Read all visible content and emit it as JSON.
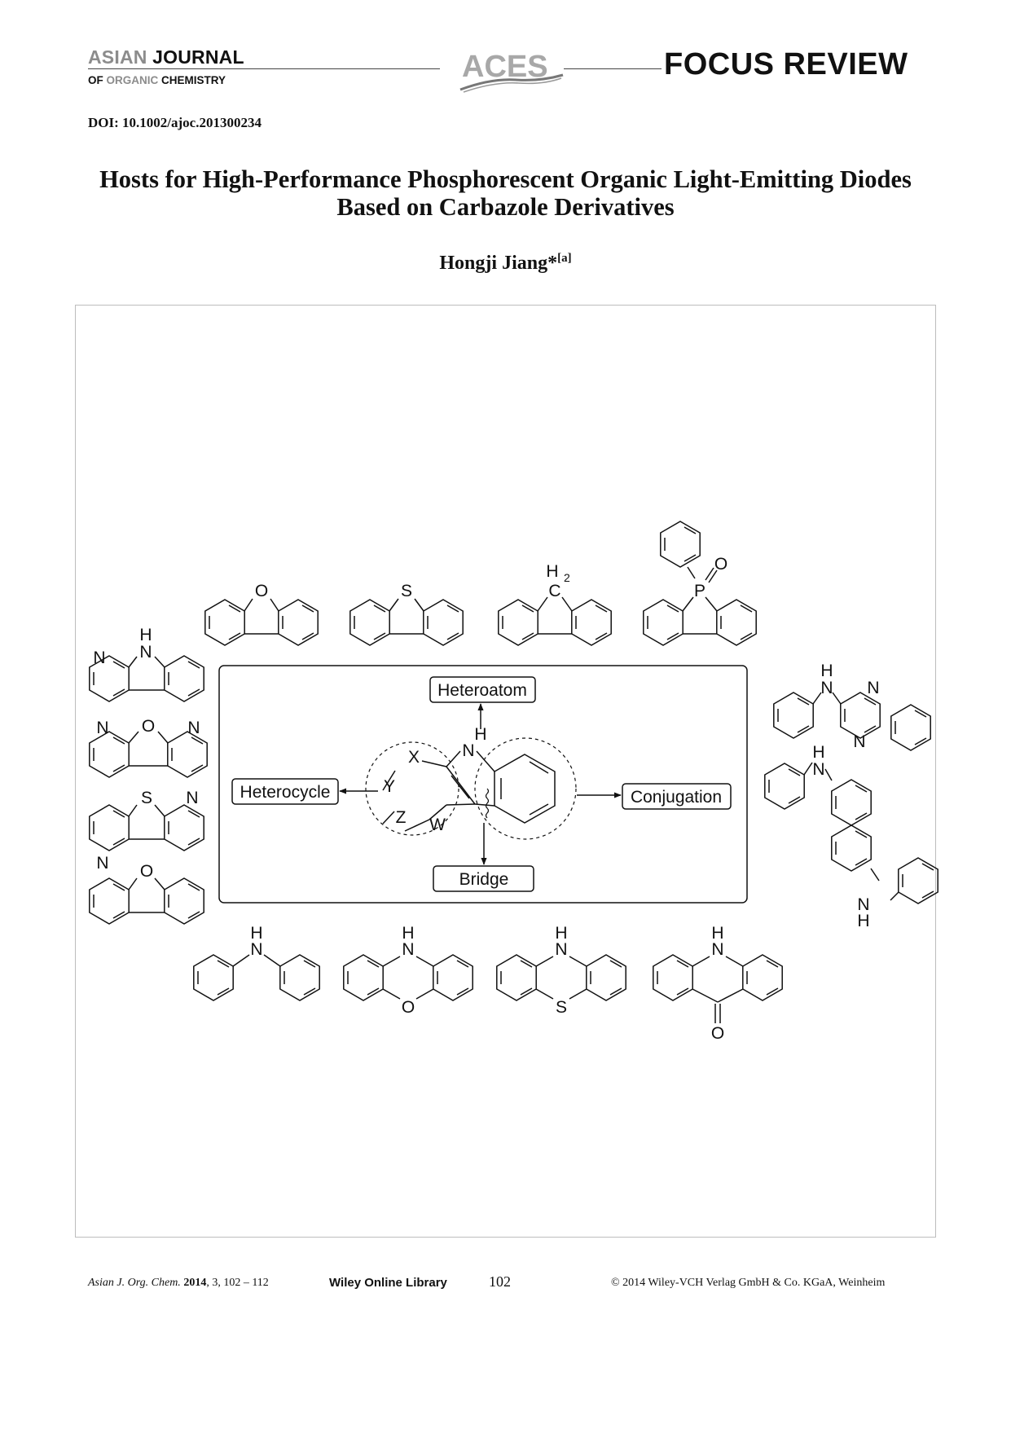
{
  "header": {
    "journal_line1_a": "ASIAN",
    "journal_line1_b": "JOURNAL",
    "journal_line2_a": "OF",
    "journal_line2_b": "ORGANIC",
    "journal_line2_c": "CHEMISTRY",
    "society_logo": "ACES",
    "section": "FOCUS REVIEW"
  },
  "doi": "DOI: 10.1002/ajoc.201300234",
  "title": "Hosts for High-Performance Phosphorescent Organic Light-Emitting Diodes Based on Carbazole Derivatives",
  "author": {
    "name": "Hongji Jiang",
    "mark": "*",
    "affiliation": "[a]"
  },
  "toc_figure": {
    "center_labels": {
      "heteroatom": "Heteroatom",
      "heterocycle": "Heterocycle",
      "conjugation": "Conjugation",
      "bridge": "Bridge"
    },
    "atoms": {
      "N": "N",
      "H": "H",
      "O": "O",
      "S": "S",
      "P": "P",
      "C": "C",
      "H2": "H",
      "two": "2",
      "X": "X",
      "Y": "Y",
      "Z": "Z",
      "W": "W"
    }
  },
  "footer": {
    "journal": "Asian J. Org. Chem.",
    "year": "2014",
    "volume_pages": ", 3, 102 – 112",
    "library": "Wiley Online Library",
    "page": "102",
    "copyright": "© 2014 Wiley-VCH Verlag GmbH & Co. KGaA, Weinheim"
  }
}
